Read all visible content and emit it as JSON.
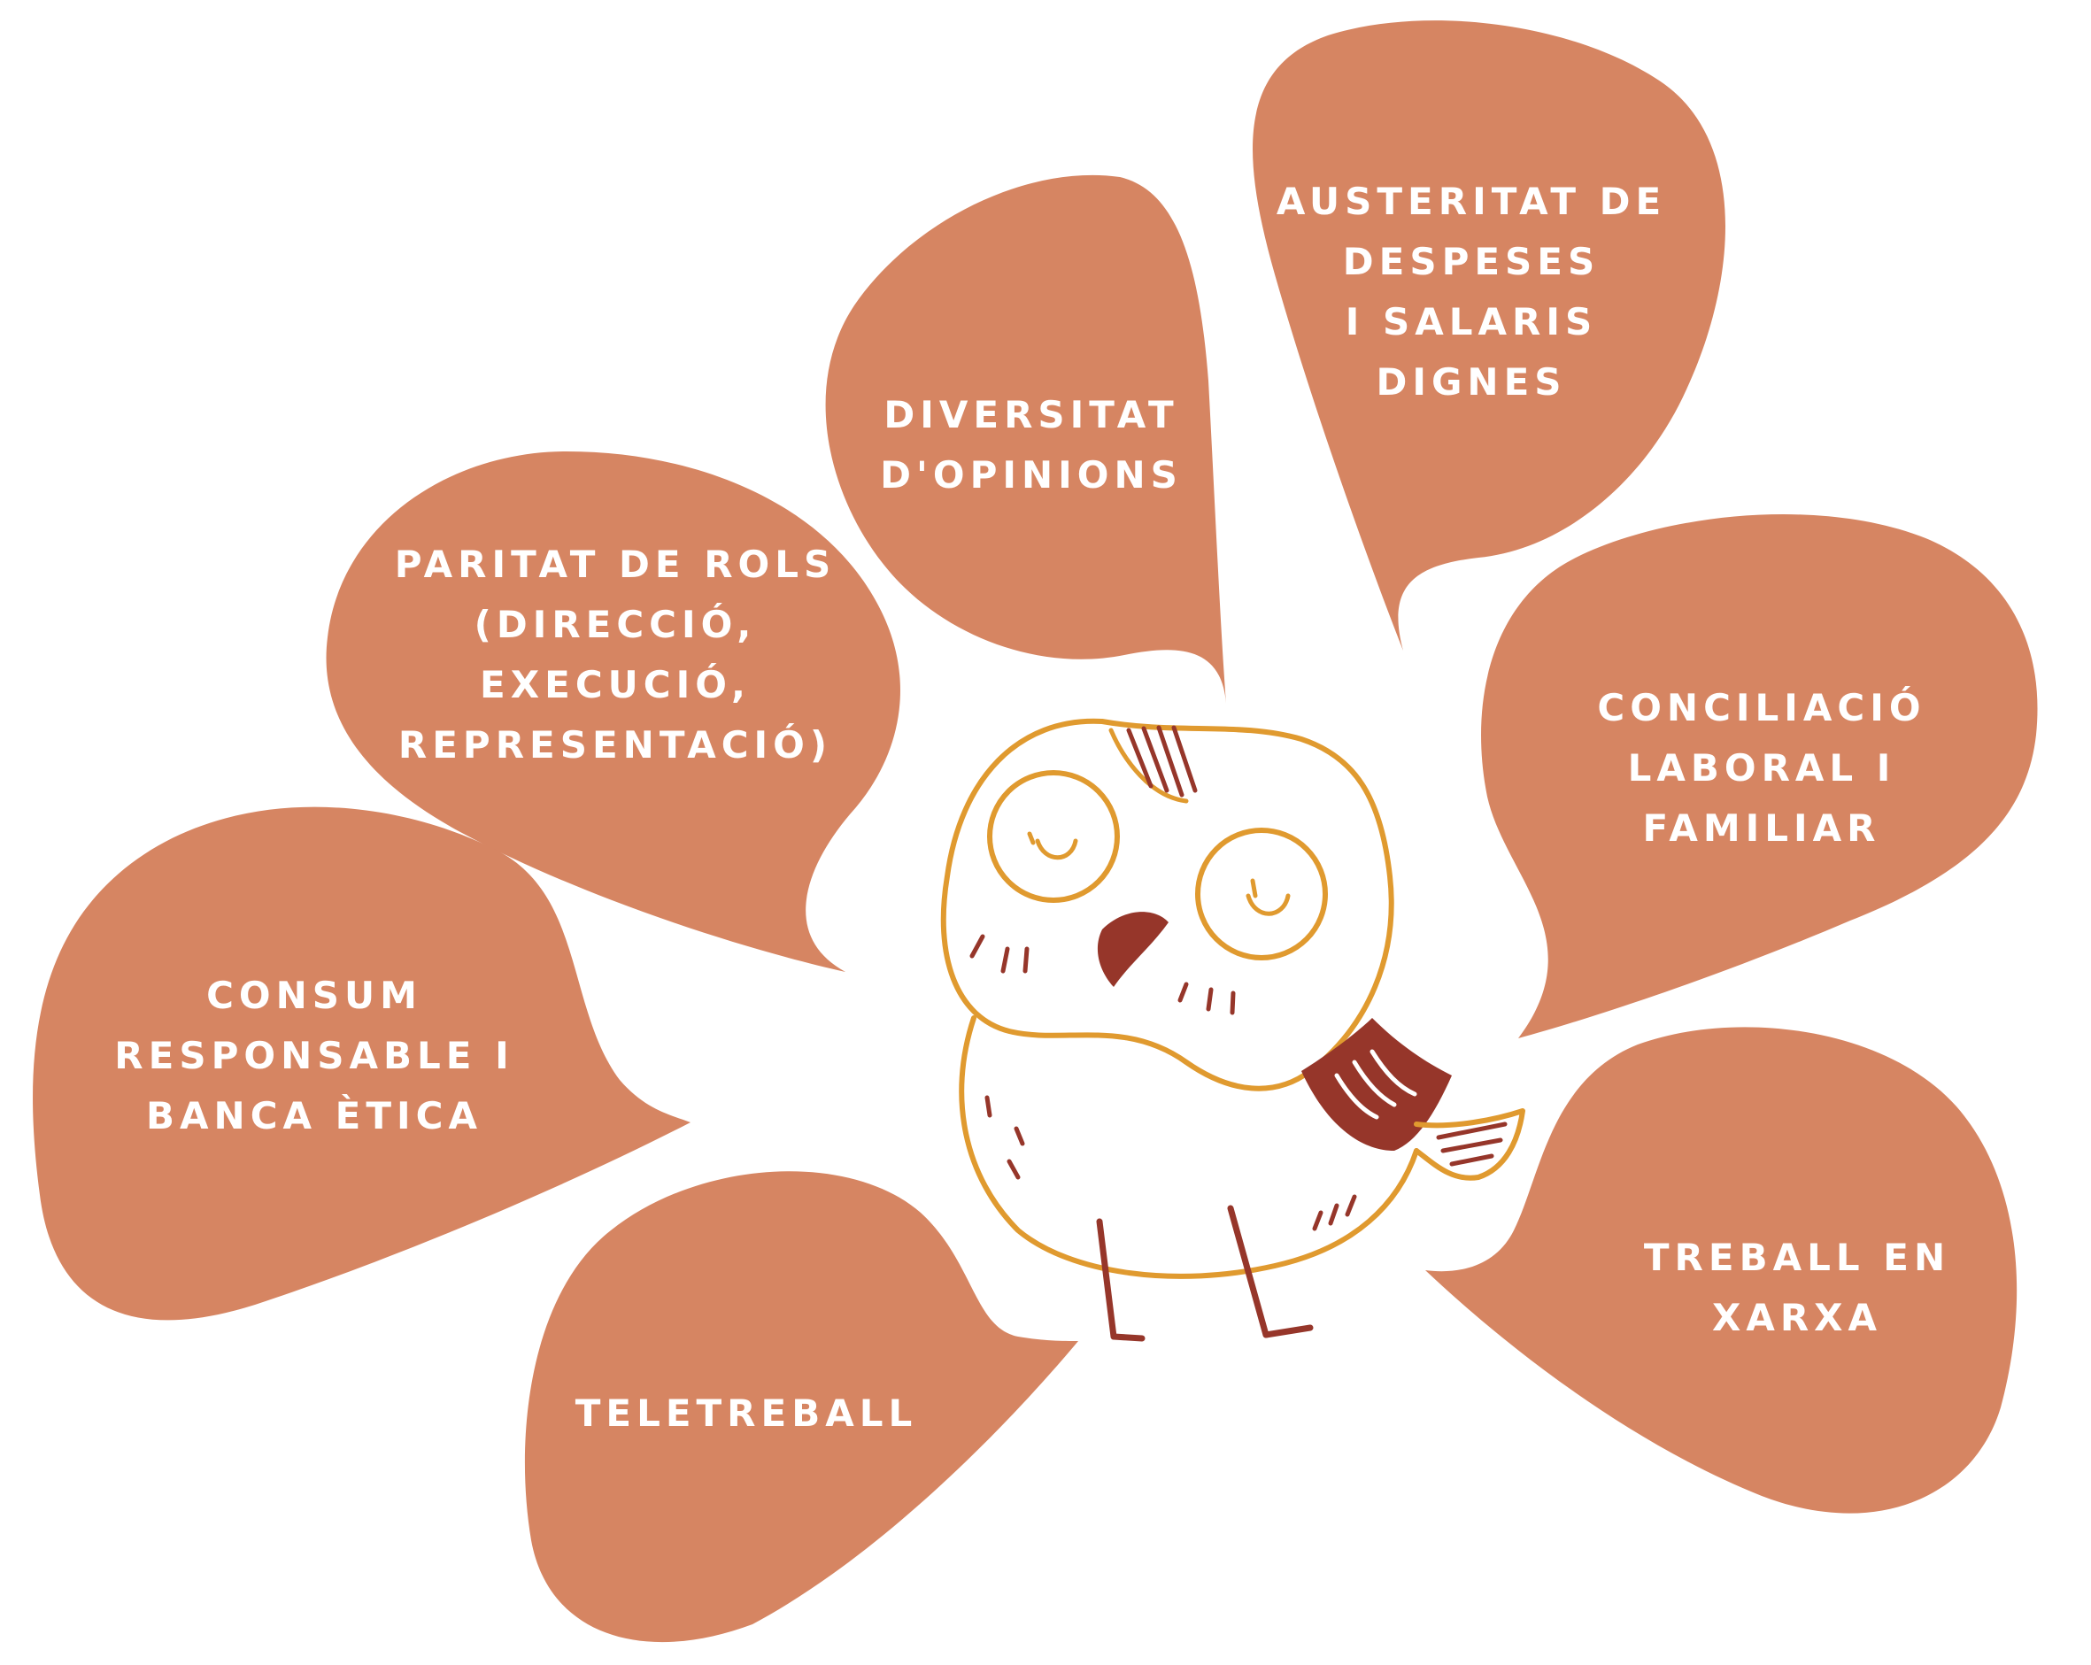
{
  "colors": {
    "bubble": "#D68562",
    "owl_outline": "#E09A2F",
    "owl_dark": "#96362A",
    "background": "#FFFFFF"
  },
  "bubbles": {
    "paritat": {
      "lines": [
        "Paritat de  rols",
        "(direcció,",
        "execució,",
        "representació)"
      ]
    },
    "diversitat": {
      "lines": [
        "Diversitat",
        "d'opinions"
      ]
    },
    "austeritat": {
      "lines": [
        "Austeritat de",
        "despeses",
        "i salaris",
        "dignes"
      ]
    },
    "conciliacio": {
      "lines": [
        "Conciliació",
        "laboral i",
        "familiar"
      ]
    },
    "consum": {
      "lines": [
        "Consum",
        "responsable i",
        "banca ètica"
      ]
    },
    "teletreball": {
      "lines": [
        "Teletreball"
      ]
    },
    "treball": {
      "lines": [
        "Treball en",
        "xarxa"
      ]
    }
  },
  "owl": {
    "icon": "owl-with-scarf-illustration"
  }
}
